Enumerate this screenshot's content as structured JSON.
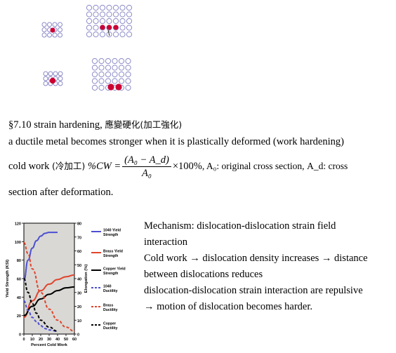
{
  "heading": {
    "section": "§7.10 strain hardening,",
    "chinese": "應變硬化(加工強化)"
  },
  "intro": "a ductile metal becomes stronger when it is plastically deformed (work hardening)",
  "cold_work": {
    "label": "cold work",
    "chinese": "(冷加工)",
    "formula_lhs": "%CW =",
    "numerator": "(A₀ − A_d)",
    "denominator": "A₀",
    "formula_rhs": "×100%",
    "a0_def": ", A₀: original cross section,",
    "ad_def": "A_d: cross",
    "line2": "section after deformation."
  },
  "mechanism": {
    "line1": "Mechanism: dislocation-dislocation strain field",
    "line2": "interaction",
    "line3": "Cold work → dislocation density increases → distance",
    "line4": "between dislocations reduces",
    "line5": "dislocation-dislocation strain interaction are repulsive",
    "line6": "→ motion of dislocation becomes harder."
  },
  "colors": {
    "plot_bg": "#d9d8d5",
    "blue": "#4d4fd1",
    "red": "#e0442c",
    "black": "#000000",
    "atom_ring": "#8a89c8",
    "solute": "#cc0033"
  },
  "chart_data": {
    "type": "line",
    "xlabel": "Percent Cold Work",
    "ylabel_left": "Yield Strength (KSI)",
    "ylabel_right": "Elongation (%)",
    "xlim": [
      0,
      60
    ],
    "ylim_left": [
      0,
      120
    ],
    "ylim_right": [
      0,
      80
    ],
    "x_ticks": [
      "0",
      "10",
      "20",
      "30",
      "40",
      "50",
      "60"
    ],
    "y_left_ticks": [
      "0",
      "20",
      "40",
      "60",
      "80",
      "100",
      "120"
    ],
    "y_right_ticks": [
      "0",
      "10",
      "20",
      "30",
      "40",
      "50",
      "60",
      "70",
      "80"
    ],
    "series": [
      {
        "name": "1040 Yield Strength",
        "axis": "left",
        "color": "#4d4fd1",
        "dash": "solid",
        "x": [
          0,
          5,
          10,
          15,
          20,
          25,
          30,
          40
        ],
        "values": [
          58,
          80,
          93,
          101,
          106,
          109,
          110,
          110
        ]
      },
      {
        "name": "Brass Yield Strength",
        "axis": "left",
        "color": "#e0442c",
        "dash": "solid",
        "x": [
          0,
          10,
          20,
          30,
          40,
          50,
          60
        ],
        "values": [
          18,
          36,
          47,
          54,
          59,
          62,
          64
        ]
      },
      {
        "name": "Copper Yield Strength",
        "axis": "left",
        "color": "#000000",
        "dash": "solid",
        "x": [
          0,
          10,
          20,
          30,
          40,
          50,
          60
        ],
        "values": [
          20,
          30,
          38,
          43,
          47,
          50,
          51
        ]
      },
      {
        "name": "1040 Ductility",
        "axis": "right",
        "color": "#4d4fd1",
        "dash": "dashed",
        "x": [
          0,
          5,
          10,
          15,
          20,
          25,
          30,
          40
        ],
        "values": [
          24,
          17,
          12,
          9,
          6,
          4,
          3,
          2
        ]
      },
      {
        "name": "Brass Ductility",
        "axis": "right",
        "color": "#e0442c",
        "dash": "dashed",
        "x": [
          0,
          5,
          10,
          20,
          30,
          40,
          50,
          60
        ],
        "values": [
          66,
          58,
          47,
          30,
          18,
          10,
          5,
          2
        ]
      },
      {
        "name": "Copper Ductility",
        "axis": "right",
        "color": "#000000",
        "dash": "dashed",
        "x": [
          0,
          5,
          10,
          15,
          20,
          30,
          40
        ],
        "values": [
          40,
          30,
          22,
          15,
          10,
          5,
          2
        ]
      }
    ],
    "legend": [
      {
        "lines": [
          "1040 Yield",
          "Strength"
        ],
        "color": "#4d4fd1",
        "dash": "solid"
      },
      {
        "lines": [
          "Brass Yield",
          "Strength"
        ],
        "color": "#e0442c",
        "dash": "solid"
      },
      {
        "lines": [
          "Copper Yield",
          "Strength"
        ],
        "color": "#000000",
        "dash": "solid"
      },
      {
        "lines": [
          "1040",
          "Ductility"
        ],
        "color": "#4d4fd1",
        "dash": "dashed"
      },
      {
        "lines": [
          "Brass",
          "Ductility"
        ],
        "color": "#e0442c",
        "dash": "dashed"
      },
      {
        "lines": [
          "Copper",
          "Ductility"
        ],
        "color": "#000000",
        "dash": "dashed"
      }
    ]
  }
}
